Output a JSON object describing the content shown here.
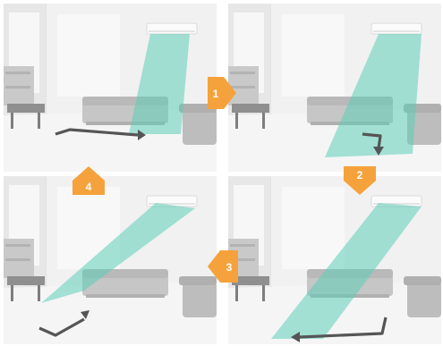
{
  "diagram": {
    "panels": [
      {
        "id": "top-left",
        "airflow": "downward",
        "floor_arrow": "right"
      },
      {
        "id": "top-right",
        "airflow": "diagonal",
        "floor_arrow": "turn-down"
      },
      {
        "id": "bottom-right",
        "airflow": "wide-diagonal",
        "floor_arrow": "left"
      },
      {
        "id": "bottom-left",
        "airflow": "wide-diagonal",
        "floor_arrow": "up-right"
      }
    ],
    "steps": [
      {
        "number": "1",
        "direction": "right"
      },
      {
        "number": "2",
        "direction": "down"
      },
      {
        "number": "3",
        "direction": "left"
      },
      {
        "number": "4",
        "direction": "up"
      }
    ],
    "colors": {
      "airflow": "#5ccdb8",
      "step_badge": "#f6a23c",
      "floor_arrow": "#555555",
      "room": "#efefef"
    }
  }
}
